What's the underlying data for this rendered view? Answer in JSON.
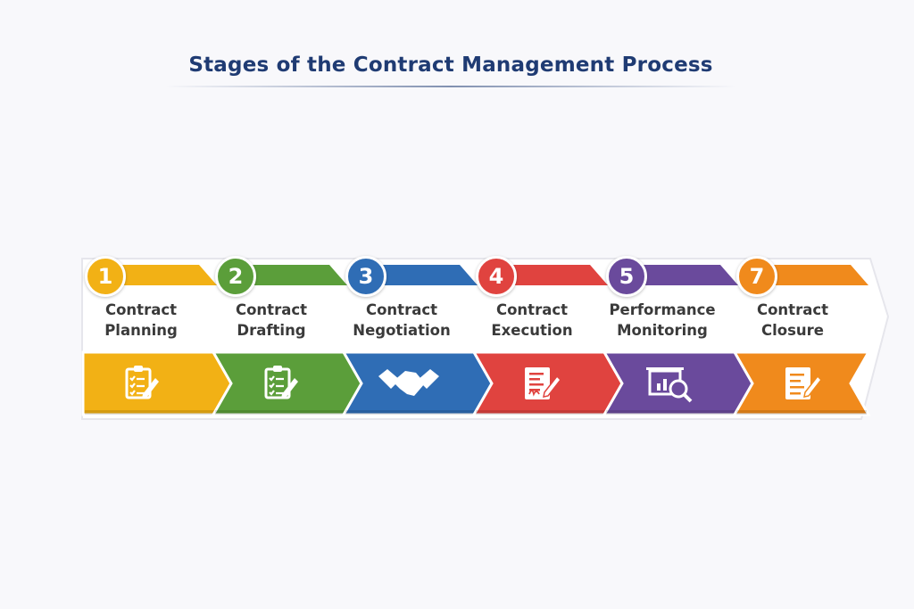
{
  "title": "Stages of the Contract Management Process",
  "stages": [
    {
      "number": "1",
      "line1": "Contract",
      "line2": "Planning",
      "color": "#f2b115",
      "icon": "clipboard-checklist-icon"
    },
    {
      "number": "2",
      "line1": "Contract",
      "line2": "Drafting",
      "color": "#5b9e3a",
      "icon": "clipboard-checklist-icon"
    },
    {
      "number": "3",
      "line1": "Contract",
      "line2": "Negotiation",
      "color": "#2f6db5",
      "icon": "handshake-icon"
    },
    {
      "number": "4",
      "line1": "Contract",
      "line2": "Execution",
      "color": "#e0433f",
      "icon": "signed-document-icon"
    },
    {
      "number": "5",
      "line1": "Performance",
      "line2": "Monitoring",
      "color": "#6a4a9c",
      "icon": "chart-magnifier-icon"
    },
    {
      "number": "7",
      "line1": "Contract",
      "line2": "Closure",
      "color": "#f08a1c",
      "icon": "document-pencil-icon"
    }
  ]
}
